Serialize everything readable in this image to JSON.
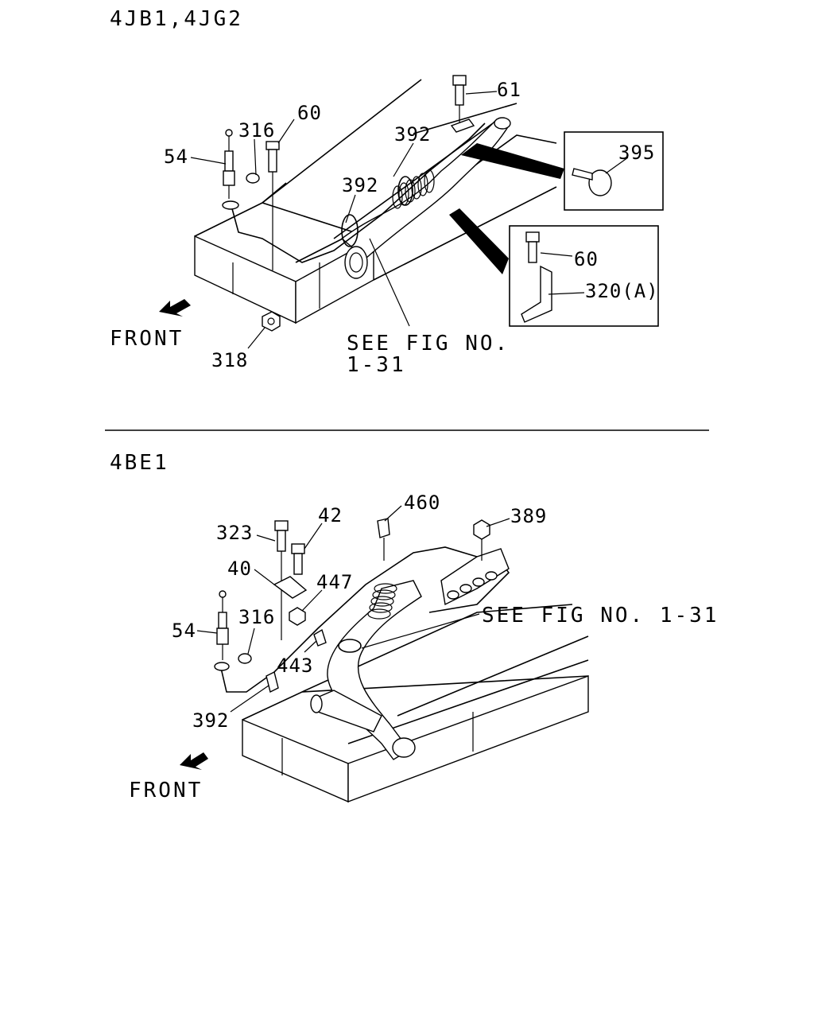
{
  "sections": [
    {
      "title": "4JB1,4JG2",
      "labels": {
        "c54": "54",
        "c316": "316",
        "c60": "60",
        "c61": "61",
        "c392a": "392",
        "c392b": "392",
        "c395": "395",
        "c60b": "60",
        "c320": "320(A)",
        "c318": "318",
        "front": "FRONT",
        "see1": "SEE FIG NO.",
        "see2": "1-31"
      }
    },
    {
      "title": "4BE1",
      "labels": {
        "c323": "323",
        "c42": "42",
        "c460": "460",
        "c389": "389",
        "c40": "40",
        "c447": "447",
        "c54": "54",
        "c316": "316",
        "c443": "443",
        "c392": "392",
        "front": "FRONT",
        "see": "SEE FIG NO. 1-31"
      }
    }
  ]
}
